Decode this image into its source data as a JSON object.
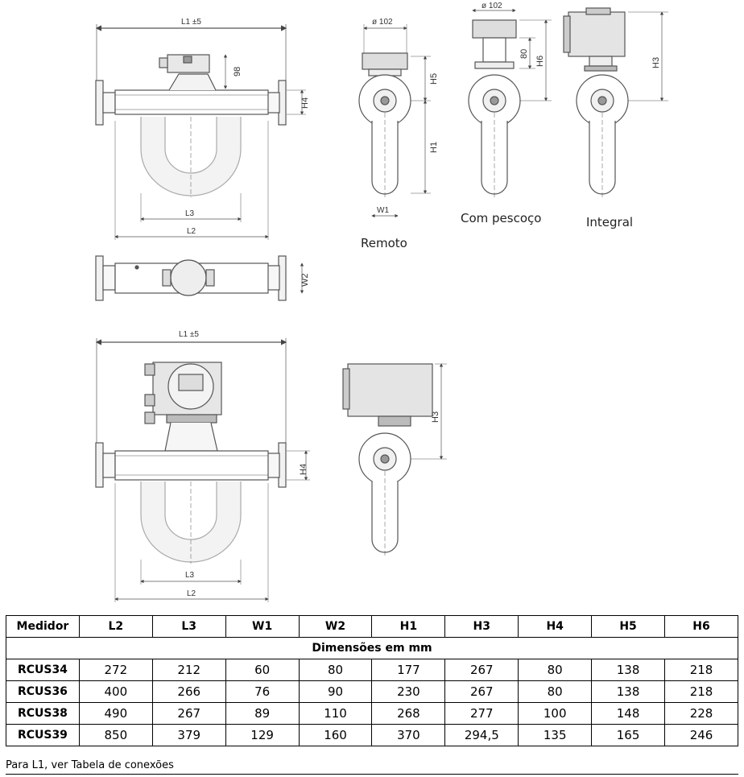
{
  "drawing": {
    "labels": {
      "l1": "L1 ±5",
      "l2": "L2",
      "l3": "L3",
      "h1": "H1",
      "h3": "H3",
      "h4": "H4",
      "h5": "H5",
      "h6": "H6",
      "w1": "W1",
      "w2": "W2",
      "d98": "98",
      "d80": "80",
      "phi102": "ø 102"
    },
    "captions": {
      "remote": "Remoto",
      "neck": "Com pescoço",
      "integral": "Integral"
    }
  },
  "table": {
    "headers": [
      "Medidor",
      "L2",
      "L3",
      "W1",
      "W2",
      "H1",
      "H3",
      "H4",
      "H5",
      "H6"
    ],
    "subheader": "Dimensões em mm",
    "rows": [
      [
        "RCUS34",
        "272",
        "212",
        "60",
        "80",
        "177",
        "267",
        "80",
        "138",
        "218"
      ],
      [
        "RCUS36",
        "400",
        "266",
        "76",
        "90",
        "230",
        "267",
        "80",
        "138",
        "218"
      ],
      [
        "RCUS38",
        "490",
        "267",
        "89",
        "110",
        "268",
        "277",
        "100",
        "148",
        "228"
      ],
      [
        "RCUS39",
        "850",
        "379",
        "129",
        "160",
        "370",
        "294,5",
        "135",
        "165",
        "246"
      ]
    ]
  },
  "note": "Para L1, ver Tabela de conexões"
}
